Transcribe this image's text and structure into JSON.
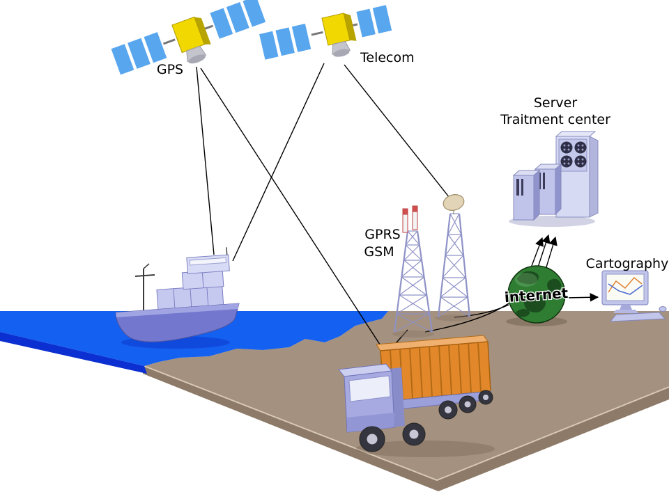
{
  "labels": {
    "gps": "GPS",
    "telecom": "Telecom",
    "gprs": "GPRS",
    "gsm": "GSM",
    "server_line1": "Server",
    "server_line2": "Traitment center",
    "cartography": "Cartography",
    "internet": "internet"
  },
  "colors": {
    "water": "#1460f0",
    "water_edge": "#0b2fd0",
    "ground": "#a5917f",
    "ground_front": "#8d7a68",
    "satellite_panel": "#58a6ee",
    "satellite_body": "#f0d800",
    "ship_hull": "#7377cd",
    "ship_deck": "#c6c9ef",
    "truck_cab": "#a6aae0",
    "container": "#e2882a",
    "tower": "#8e92c6",
    "server": "#d6daf2",
    "globe": "#2f7d33",
    "line": "#000000"
  },
  "connections": [
    {
      "from": "gps-satellite",
      "to": "ship",
      "arrow": false
    },
    {
      "from": "gps-satellite",
      "to": "truck",
      "arrow": false
    },
    {
      "from": "telecom-satellite",
      "to": "ship",
      "arrow": false
    },
    {
      "from": "telecom-satellite",
      "to": "dish-tower",
      "arrow": false
    },
    {
      "from": "gsm-tower",
      "to": "truck",
      "arrow": false
    },
    {
      "from": "towers",
      "to": "internet-globe",
      "arrow": false
    },
    {
      "from": "internet-globe",
      "to": "server",
      "arrow": true
    },
    {
      "from": "internet-globe",
      "to": "cartography-workstation",
      "arrow": true
    }
  ]
}
